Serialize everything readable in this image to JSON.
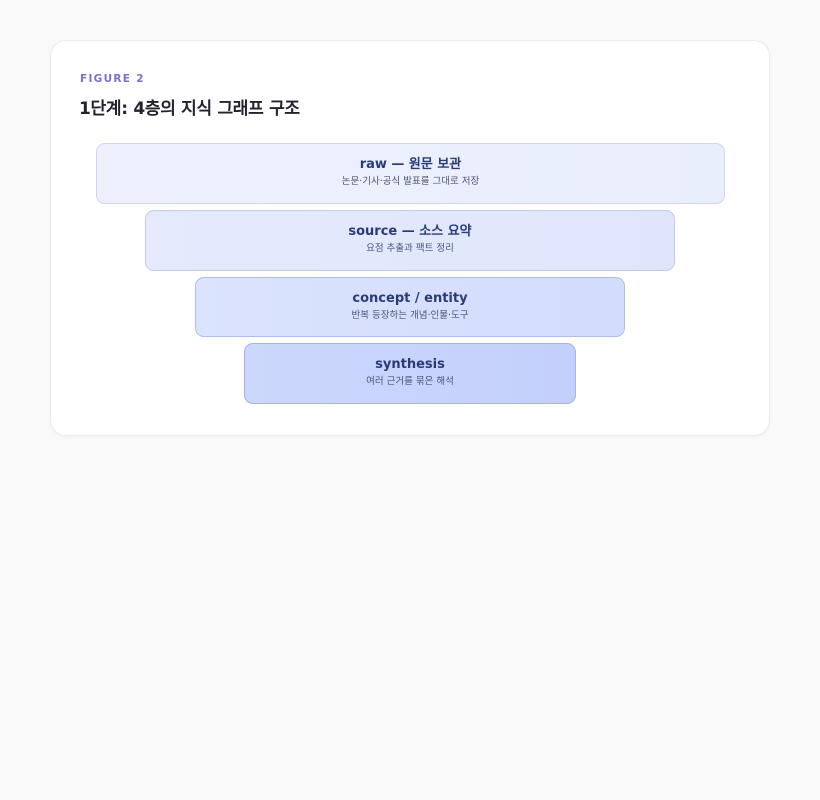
{
  "figure": {
    "eyebrow": "FIGURE 2",
    "title": "1단계: 4층의 지식 그래프 구조"
  },
  "layers": [
    {
      "name": "raw — 원문 보관",
      "desc": "논문·기사·공식 발표를 그대로 저장",
      "color": "#eef1fd"
    },
    {
      "name": "source — 소스 요약",
      "desc": "요점 추출과 팩트 정리",
      "color": "#e3e9fd"
    },
    {
      "name": "concept / entity",
      "desc": "반복 등장하는 개념·인물·도구",
      "color": "#d7e0fc"
    },
    {
      "name": "synthesis",
      "desc": "여러 근거를 묶은 해석",
      "color": "#c8d4fc"
    }
  ],
  "colors": {
    "eyebrow": "#7b6fcf",
    "title": "#23232e",
    "layer_text": "#2b3a78",
    "background": "#f9f9f9"
  }
}
